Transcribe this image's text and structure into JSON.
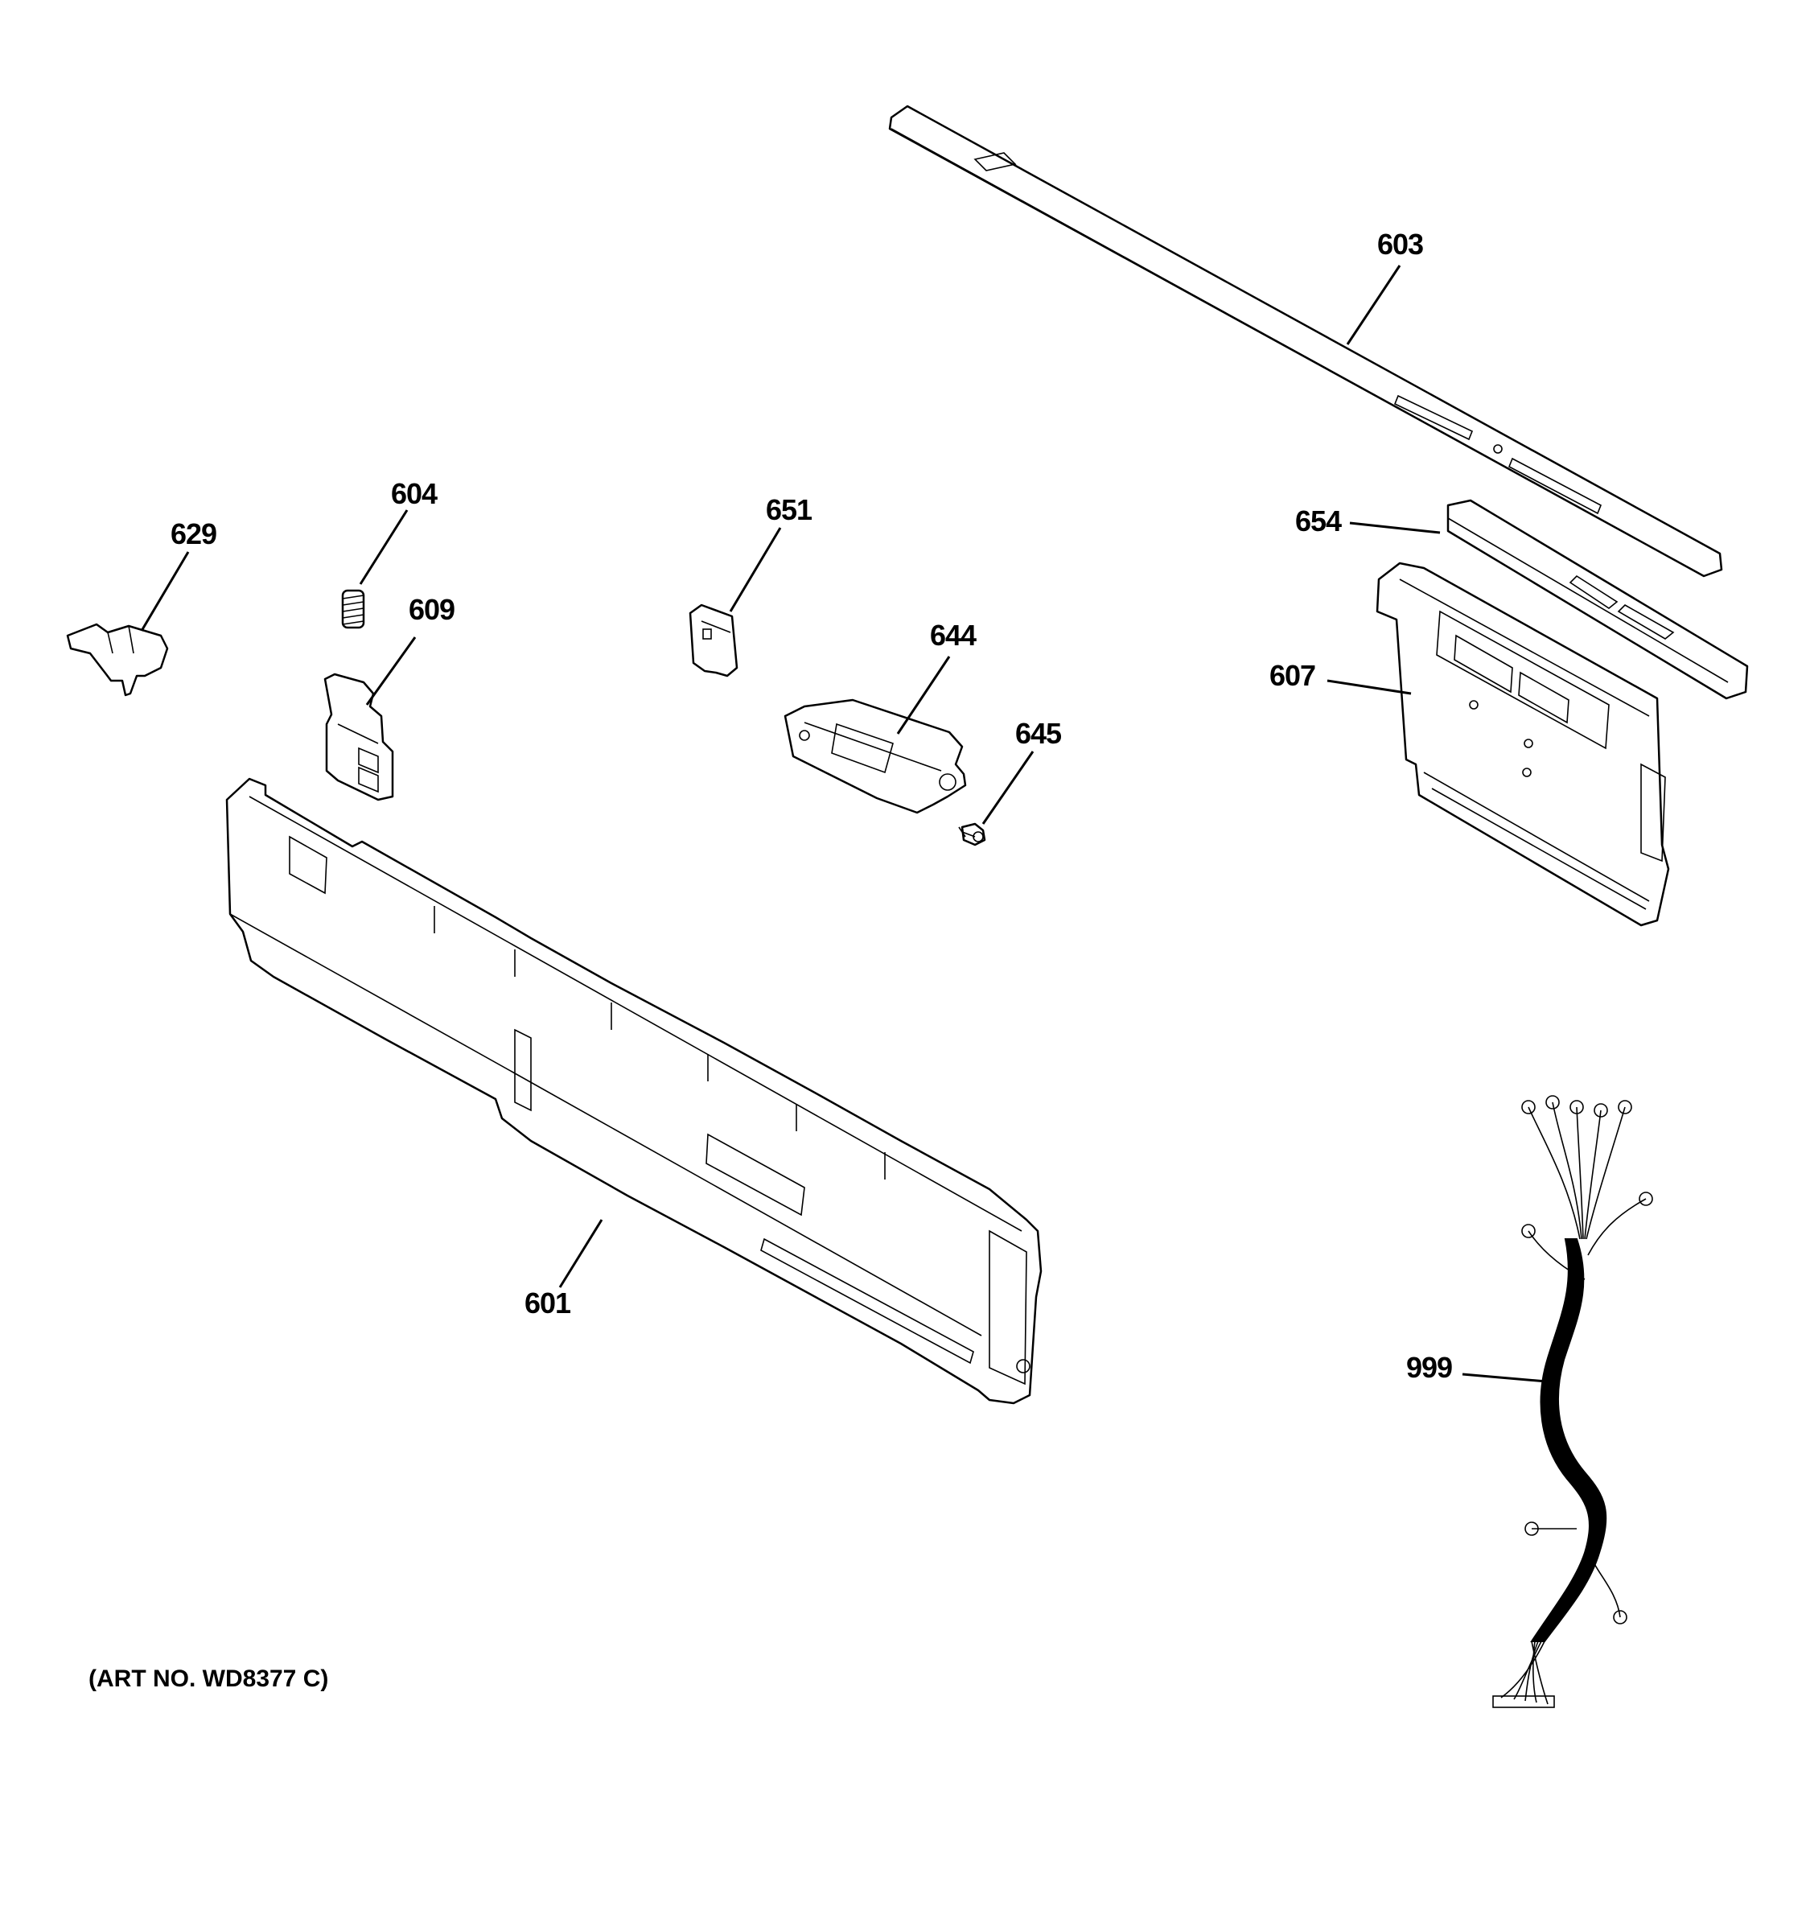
{
  "parts": [
    {
      "key": "p603",
      "label": "603"
    },
    {
      "key": "p604",
      "label": "604"
    },
    {
      "key": "p629",
      "label": "629"
    },
    {
      "key": "p609",
      "label": "609"
    },
    {
      "key": "p651",
      "label": "651"
    },
    {
      "key": "p644",
      "label": "644"
    },
    {
      "key": "p645",
      "label": "645"
    },
    {
      "key": "p654",
      "label": "654"
    },
    {
      "key": "p607",
      "label": "607"
    },
    {
      "key": "p601",
      "label": "601"
    },
    {
      "key": "p999",
      "label": "999"
    }
  ],
  "art_number": "(ART NO. WD8377 C)"
}
